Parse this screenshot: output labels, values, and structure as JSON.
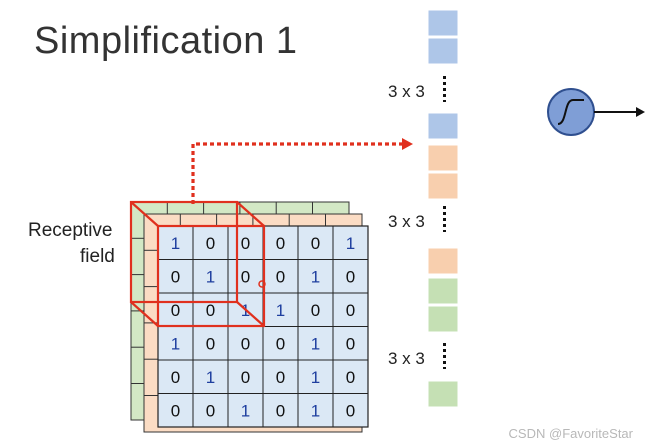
{
  "title": "Simplification 1",
  "receptive_field_label": [
    "Receptive",
    "field"
  ],
  "kernel_size_labels": [
    "3 x 3",
    "3 x 3",
    "3 x 3"
  ],
  "front_grid": [
    [
      "1",
      "0",
      "0",
      "0",
      "0",
      "1"
    ],
    [
      "0",
      "1",
      "0",
      "0",
      "1",
      "0"
    ],
    [
      "0",
      "0",
      "1",
      "1",
      "0",
      "0"
    ],
    [
      "1",
      "0",
      "0",
      "0",
      "1",
      "0"
    ],
    [
      "0",
      "1",
      "0",
      "0",
      "1",
      "0"
    ],
    [
      "0",
      "0",
      "1",
      "0",
      "1",
      "0"
    ]
  ],
  "colors": {
    "blue_cell": "#aec6e8",
    "orange_cell": "#f8cfae",
    "green_cell": "#c5e0b4",
    "front_grid_fill": "#dbe8f5",
    "one_color": "#1f3f9f",
    "zero_color": "#111111",
    "red_box": "#e0301e",
    "neuron_fill": "#7f9ed6"
  },
  "vector_cells": [
    "blue",
    "blue",
    "blue",
    "orange",
    "orange",
    "orange",
    "green",
    "green",
    "green"
  ],
  "watermark": "CSDN @FavoriteStar",
  "icons": [
    "sigmoid-neuron-icon",
    "output-arrow-icon",
    "dotted-arrow-icon"
  ]
}
